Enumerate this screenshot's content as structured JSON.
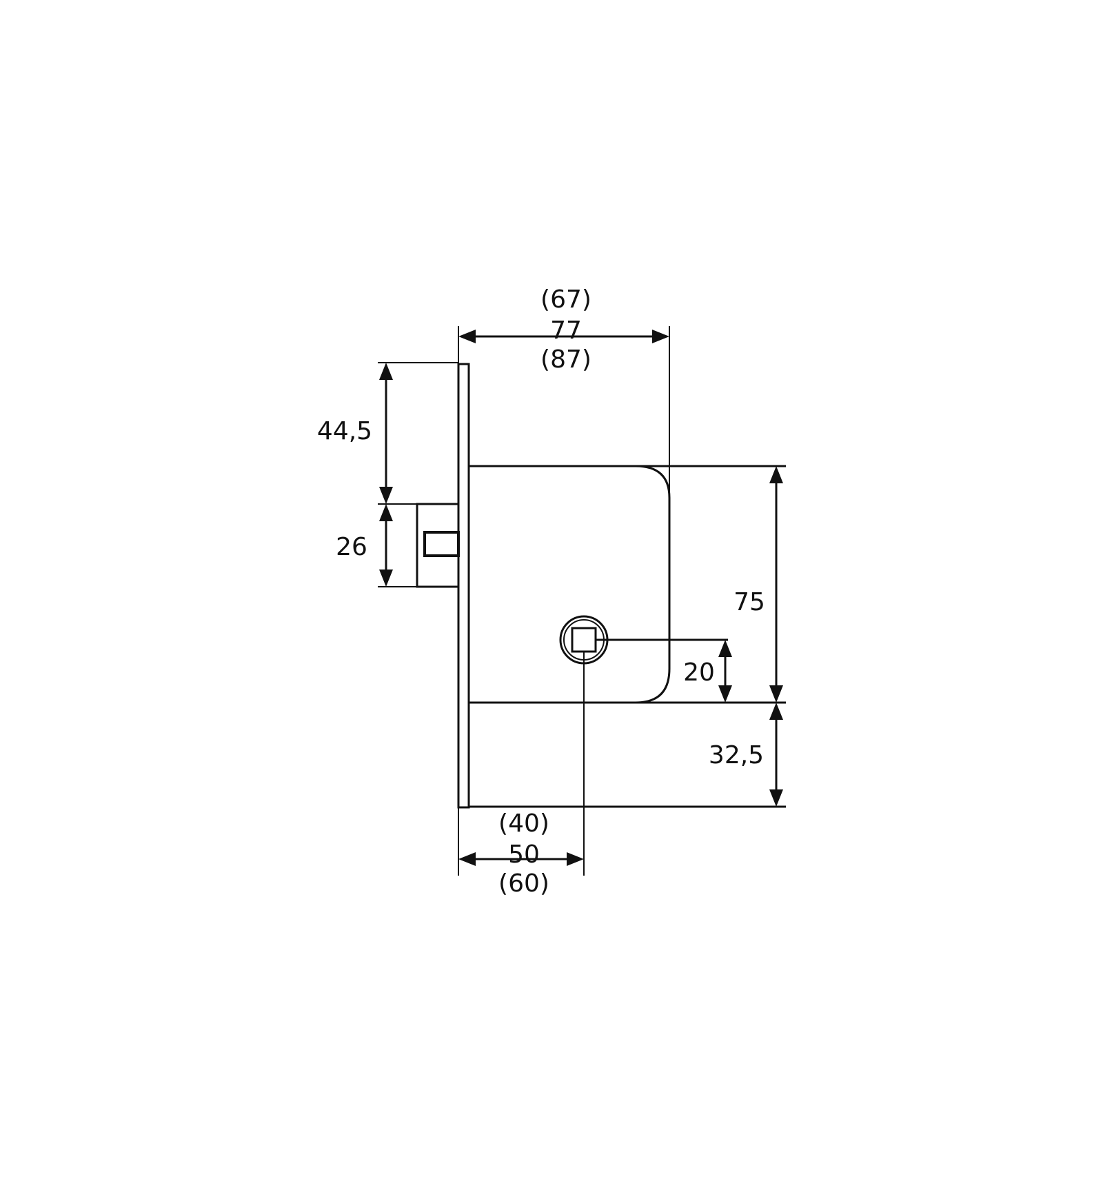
{
  "dimensions": {
    "top_width": {
      "alt_upper": "(67)",
      "main": "77",
      "alt_lower": "(87)"
    },
    "upper_offset": "44,5",
    "bolt_height": "26",
    "case_height": "75",
    "spindle_offset": "20",
    "lower_offset": "32,5",
    "backset": {
      "alt_upper": "(40)",
      "main": "50",
      "alt_lower": "(60)"
    }
  },
  "colors": {
    "line": "#111111",
    "background": "#ffffff"
  }
}
